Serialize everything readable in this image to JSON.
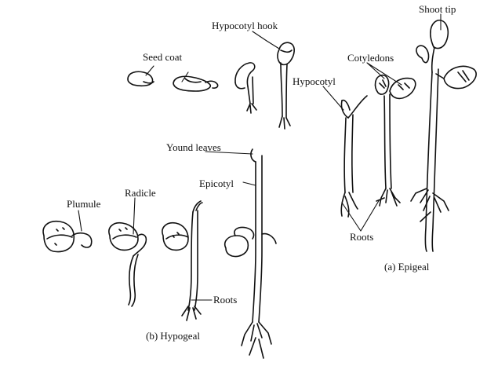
{
  "labels": {
    "shoot_tip": "Shoot tip",
    "hypocotyl_hook": "Hypocotyl hook",
    "seed_coat": "Seed coat",
    "cotyledons": "Cotyledons",
    "hypocotyl": "Hypocotyl",
    "roots_epigeal": "Roots",
    "young_leaves": "Yound leaves",
    "epicotyl": "Epicotyl",
    "plumule": "Plumule",
    "radicle": "Radicle",
    "roots_hypogeal": "Roots"
  },
  "captions": {
    "epigeal": "(a) Epigeal",
    "hypogeal": "(b) Hypogeal"
  },
  "colors": {
    "ink": "#111111",
    "background": "#ffffff"
  }
}
